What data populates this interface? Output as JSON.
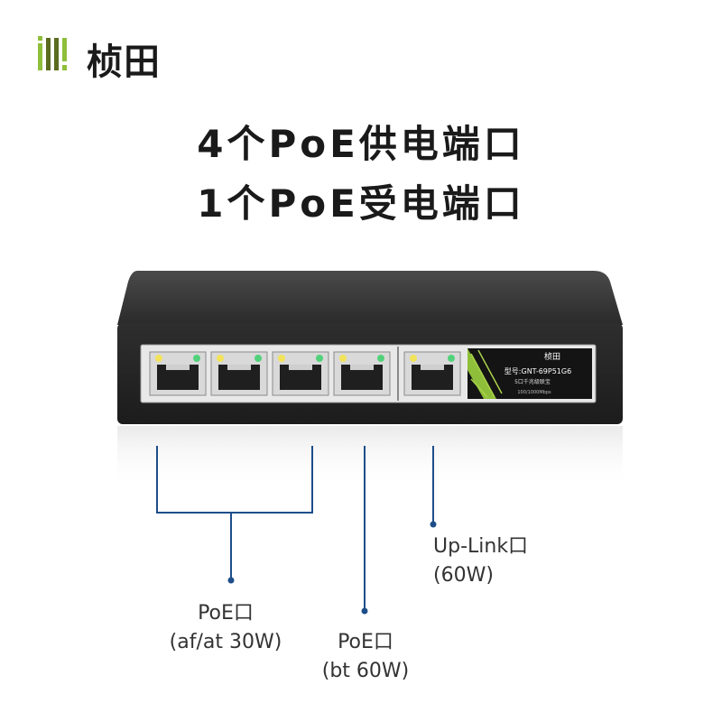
{
  "brand": {
    "logo_mark": "ill!",
    "name": "桢田"
  },
  "headline": {
    "line1": "4个PoE供电端口",
    "line2": "1个PoE受电端口"
  },
  "device": {
    "model": "型号:GNT-69P51G6",
    "description": "5口千兆级联宝",
    "speed": "100/1000Mbps",
    "panel_logo": "桢田"
  },
  "callouts": {
    "poe_af": {
      "title": "PoE口",
      "spec": "(af/at 30W)"
    },
    "poe_bt": {
      "title": "PoE口",
      "spec": "(bt 60W)"
    },
    "uplink": {
      "title": "Up-Link口",
      "spec": "(60W)"
    }
  },
  "colors": {
    "accent_blue": "#1d4e89",
    "logo_green": "#8fbf3a",
    "logo_olive": "#5a6a1f",
    "device_body": "#2a2a2a"
  }
}
